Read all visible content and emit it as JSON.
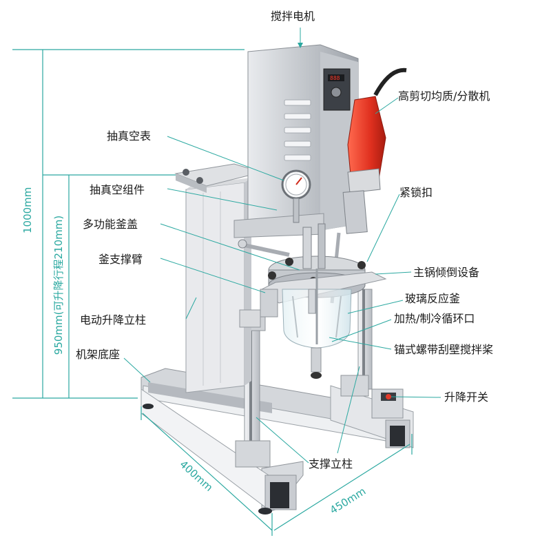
{
  "labels": {
    "stir_motor": "搅拌电机",
    "homogenizer": "高剪切均质/分散机",
    "vacuum_gauge": "抽真空表",
    "vacuum_assembly": "抽真空组件",
    "lock_knob": "紧锁扣",
    "multi_lid": "多功能釜盖",
    "support_arm": "釜支撑臂",
    "tilt_device": "主锅倾倒设备",
    "glass_reactor": "玻璃反应釜",
    "electric_column": "电动升降立柱",
    "heat_cool": "加热/制冷循环口",
    "frame_base": "机架底座",
    "anchor_paddle": "锚式螺带刮壁搅拌桨",
    "lift_switch": "升降开关",
    "support_column": "支撑立柱"
  },
  "dimensions": {
    "total_height": "1000mm",
    "lift_height": "950mm(可升降行程210mm)",
    "depth": "400mm",
    "width": "450mm"
  },
  "colors": {
    "dimension": "#2aa8a0",
    "leader": "#2aa8a0",
    "steel": "#c9ccd1",
    "accent_red": "#e23a2a"
  }
}
